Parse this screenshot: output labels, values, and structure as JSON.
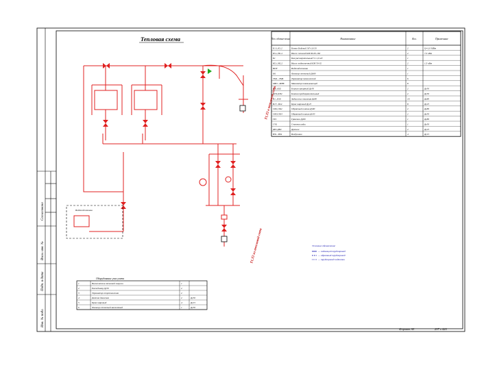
{
  "drawing": {
    "title": "Тепловая схема",
    "format_label": "Формат А3",
    "size_label": "297 x 420"
  },
  "spec_table": {
    "headers": [
      "Поз. обозна-чение",
      "Наименование",
      "Кол.",
      "Примечание"
    ],
    "rows": [
      [
        "К1.1,К1.2",
        "Котел Бийский ЭТ-1,0/10",
        "2",
        "Q=1,0 МВт"
      ],
      [
        "Н1.1,Н1.2",
        "Насос сетевой КМ 80-65-160",
        "2",
        "7,5 кВт"
      ],
      [
        "Б1",
        "Бак расширительный V=1,0 м3",
        "1",
        ""
      ],
      [
        "Н2.1,Н2.2",
        "Насос подпиточный КМ 50-32",
        "2",
        "1,5 кВт"
      ],
      [
        "ВПУ",
        "Водоподготовка",
        "1",
        ""
      ],
      [
        "Ф1",
        "Фильтр сетчатый Ду80",
        "1",
        ""
      ],
      [
        "ТМ1...ТМ6",
        "Термометр технический",
        "6",
        ""
      ],
      [
        "МН1...МН8",
        "Манометр показывающий",
        "8",
        ""
      ],
      [
        "КЗ1,КЗ2",
        "Клапан запорный Ду50",
        "2",
        "Ду50"
      ],
      [
        "КП1,КП2",
        "Клапан предохранительный",
        "2",
        "Ду50"
      ],
      [
        "В1...В16",
        "Задвижка стальная Ду80",
        "16",
        "Ду80"
      ],
      [
        "В17...В24",
        "Кран шаровый Ду25",
        "8",
        "Ду25"
      ],
      [
        "ОК1,ОК2",
        "Обратный клапан Ду80",
        "2",
        "Ду80"
      ],
      [
        "ОК3,ОК4",
        "Обратный клапан Ду50",
        "2",
        "Ду50"
      ],
      [
        "ГР1",
        "Грязевик Ду80",
        "1",
        "Ду80"
      ],
      [
        "СЧ1",
        "Счетчик воды",
        "1",
        "Ду50"
      ],
      [
        "ДВ1,ДВ2",
        "Дренаж",
        "2",
        "Ду25"
      ],
      [
        "ВЗ1...ВЗ4",
        "Воздушник",
        "4",
        "Ду15"
      ]
    ]
  },
  "small_table": {
    "title": "Оборудование узла учета",
    "rows": [
      [
        "1",
        "Вычислитель тепловой энергии",
        "1",
        ""
      ],
      [
        "2",
        "Расходомер Ду50",
        "2",
        ""
      ],
      [
        "3",
        "Термометр сопротивления",
        "2",
        ""
      ],
      [
        "4",
        "Датчик давления",
        "2",
        "Ду50"
      ],
      [
        "5",
        "Кран шаровый",
        "4",
        "Ду15"
      ],
      [
        "6",
        "Фильтр сетчатый магнитный",
        "1",
        "Ду50"
      ]
    ]
  },
  "legend": {
    "title": "Условные обозначения:",
    "items": [
      "— подающий трубопровод",
      "— обратный трубопровод",
      "— трубопровод подпитки"
    ]
  },
  "equipment_box": {
    "title": "Водоподготовка"
  },
  "stamp_labels": [
    "Инв. № подл.",
    "Подп. и дата",
    "Взам. инв. №",
    "Согласовано"
  ],
  "pipe_labels": {
    "heat_out": "Т1,Т2 в тепловую сеть",
    "heat_in": "Т1,Т2 из тепловой сети"
  },
  "colors": {
    "pipe": "#e02020",
    "line": "#000000"
  }
}
